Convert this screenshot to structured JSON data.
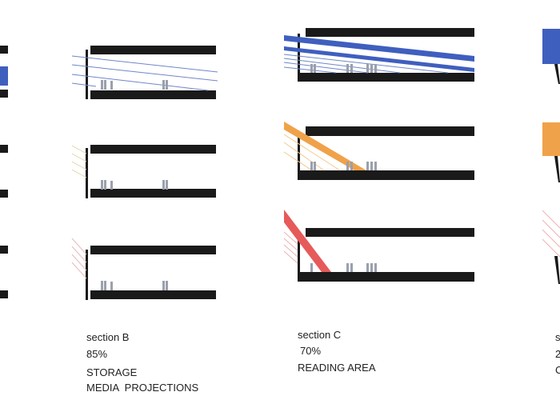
{
  "colors": {
    "slab": "#1a1a1a",
    "blue": "#3f5fbf",
    "orange": "#f0a24a",
    "red": "#e65a5a",
    "people": "#9aa0ad"
  },
  "sections": [
    {
      "title": "section B",
      "percent": "85%",
      "uses": [
        "STORAGE",
        "MEDIA  PROJECTIONS"
      ]
    },
    {
      "title": "section C",
      "percent": "70%",
      "uses": [
        "READING AREA"
      ]
    },
    {
      "title": "s",
      "percent": "2",
      "uses": [
        "C"
      ]
    }
  ]
}
